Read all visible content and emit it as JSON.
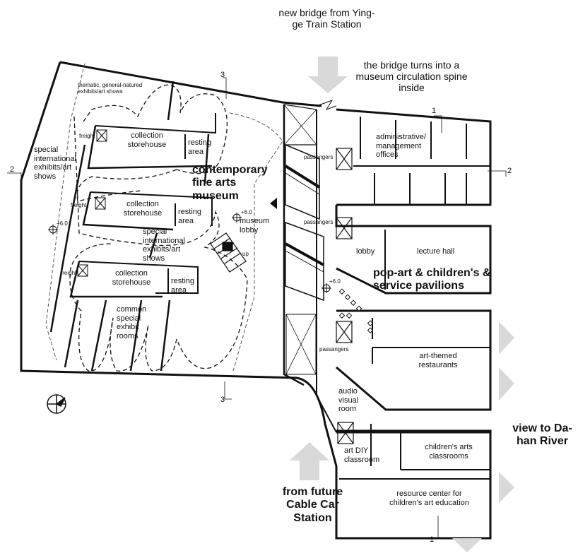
{
  "annotations": {
    "new_bridge": "new bridge from Ying-ge Train Station",
    "bridge_turns": "the bridge turns into a museum circulation spine inside",
    "from_cable_car": "from future Cable Car Station",
    "view_to_river": "view to Da-han River"
  },
  "zones": {
    "museum": "contemporary fine arts museum",
    "pavilions": "pop-art & children's & service pavilions"
  },
  "rooms": {
    "thematic": "thematic, general-natured exhibits/art shows",
    "special_left": "special international exhibits/art shows",
    "special_mid": "special international exhibits/art shows",
    "collection_1": "collection storehouse",
    "collection_2": "collection storehouse",
    "collection_3": "collection storehouse",
    "resting_1": "resting area",
    "resting_2": "resting area",
    "resting_3": "resting area",
    "common_special": "common special exhibit rooms",
    "museum_lobby": "museum lobby",
    "admin": "administrative/ management offices",
    "lobby": "lobby",
    "lecture_hall": "lecture hall",
    "restaurants": "art-themed restaurants",
    "audio_visual": "audio visual room",
    "diy": "art DIY classroom",
    "childrens_arts": "children's arts classrooms",
    "resource_center": "resource center for children's art education"
  },
  "small_labels": {
    "freight_1": "freight",
    "freight_2": "freight",
    "freight_3": "freight",
    "passengers_1": "passangers",
    "passengers_2": "passangers",
    "passengers_3": "passangers",
    "up": "up"
  },
  "elevations": {
    "left": "+6.0",
    "lobby": "+6.0",
    "spine": "+6.0"
  },
  "section_marks": {
    "s1_top": "1",
    "s1_bottom": "1",
    "s2_left": "2",
    "s2_right": "2",
    "s3_top": "3",
    "s3_bottom": "3"
  },
  "colors": {
    "line": "#111111",
    "arrow_fill": "#d9d9d9",
    "hatch": "#888888"
  }
}
